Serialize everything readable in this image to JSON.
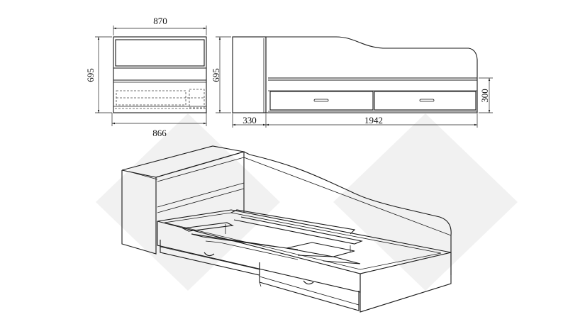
{
  "dimensions": {
    "front_width_top": "870",
    "front_width_bottom": "866",
    "front_height": "695",
    "side_height": "695",
    "side_shelf_depth": "330",
    "side_length": "1942",
    "drawer_height": "300"
  }
}
